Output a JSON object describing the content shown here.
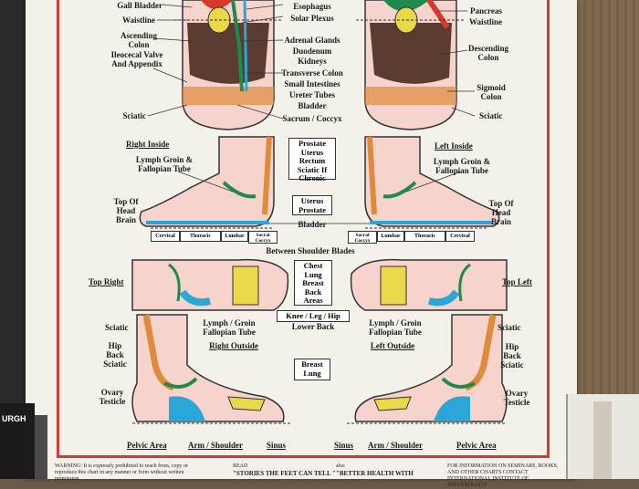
{
  "top_left_labels": [
    "Gall Bladder",
    "Waistline",
    "Ascending Colon",
    "Ileocecal Valve And Appendix",
    "Sciatic"
  ],
  "top_center_labels": [
    "Esophagus",
    "Solar Plexus",
    "Adrenal Glands",
    "Duodenum",
    "Kidneys",
    "Transverse Colon",
    "Small Intestines",
    "Ureter Tubes",
    "Bladder",
    "Sacrum / Coccyx"
  ],
  "top_right_labels": [
    "Pancreas",
    "Waistline",
    "Descending Colon",
    "Sigmoid Colon",
    "Sciatic"
  ],
  "inside_section": {
    "right_title": "Right Inside",
    "left_title": "Left Inside",
    "left_organs": "Lymph Groin & Fallopian Tube",
    "right_organs": "Lymph Groin & Fallopian Tube",
    "head_brain_left": "Top Of Head Brain",
    "head_brain_right": "Top Of Head Brain",
    "center_box_1": "Prostate Uterus Rectum Sciatic If Chronic",
    "center_box_2": "Uterus Prostate",
    "bladder": "Bladder",
    "spine_left": [
      "Cervical",
      "Thoracic",
      "Lumbar",
      "Sacral Coccyx"
    ],
    "spine_right": [
      "Sacral Coccyx",
      "Lumbar",
      "Thoracic",
      "Cervical"
    ]
  },
  "top_section": {
    "between_shoulder_blades": "Between Shoulder Blades",
    "top_right": "Top Right",
    "top_left": "Top Left",
    "center_box": "Chest Lung Breast Back Areas",
    "knee_leg_hip": "Knee / Leg / Hip"
  },
  "outside_section": {
    "lower_back": "Lower Back",
    "left_lymph": "Lymph / Groin Fallopian Tube",
    "right_lymph": "Lymph / Groin Fallopian Tube",
    "right_outside": "Right Outside",
    "left_outside": "Left Outside",
    "sciatic_left": "Sciatic",
    "sciatic_right": "Sciatic",
    "hip_back_sciatic_left": "Hip Back Sciatic",
    "hip_back_sciatic_right": "Hip Back Sciatic",
    "ovary_testicle_left": "Ovary Testicle",
    "ovary_testicle_right": "Ovary Testicle",
    "breast_lung": "Breast Lung"
  },
  "bottom_labels": [
    "Pelvic Area",
    "Arm / Shoulder",
    "Sinus",
    "Sinus",
    "Arm / Shoulder",
    "Pelvic Area"
  ],
  "footer": {
    "warning": "WARNING: It is expressly prohibited to reach from, copy or reproduce this chart in any manner or form without written permission.",
    "read": "READ",
    "book1": "\"STORIES THE FEET CAN TELL \"",
    "also": "also",
    "book2": "\"BETTER HEALTH WITH",
    "info": "FOR INFORMATION ON SEMINARS, BOOKS, AND OTHER CHARTS CONTACT INTERNATIONAL INSTITUTE OF REFLEXOLOGY"
  },
  "book_text": "URGH",
  "colors": {
    "frame_red": "#d63a2f",
    "skin": "#f6d3cc",
    "blue": "#2aa7d6",
    "green": "#1f8a4c",
    "yellow": "#e9d84a",
    "orange": "#e08a3c",
    "brown": "#5a3d30"
  }
}
